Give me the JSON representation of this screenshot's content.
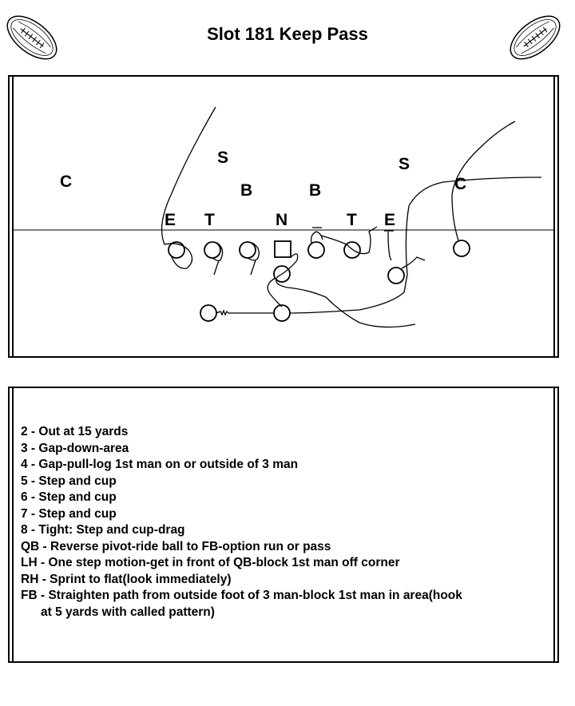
{
  "title": "Slot 181 Keep Pass",
  "defense": {
    "c_left": "C",
    "s_left": "S",
    "b_left": "B",
    "b_right": "B",
    "s_right": "S",
    "c_right": "C",
    "e_left": "E",
    "t_left": "T",
    "n": "N",
    "t_right": "T",
    "e_right": "E"
  },
  "assignments": [
    {
      "key": "2",
      "text": "Out at 15 yards"
    },
    {
      "key": "3",
      "text": "Gap-down-area"
    },
    {
      "key": "4",
      "text": "Gap-pull-log 1st man on or outside of 3 man"
    },
    {
      "key": "5",
      "text": "Step and cup"
    },
    {
      "key": "6",
      "text": "Step and cup"
    },
    {
      "key": "7",
      "text": "Step and cup"
    },
    {
      "key": "8",
      "text": "Tight: Step and cup-drag"
    },
    {
      "key": "QB",
      "text": "Reverse pivot-ride ball to FB-option run or pass"
    },
    {
      "key": "LH",
      "text": "One step motion-get in front of QB-block 1st man off corner"
    },
    {
      "key": "RH",
      "text": "Sprint to flat(look immediately)"
    },
    {
      "key": "FB",
      "text": "Straighten path from outside foot of 3 man-block 1st man in area(hook",
      "continuation": "at 5 yards with called pattern)"
    }
  ]
}
